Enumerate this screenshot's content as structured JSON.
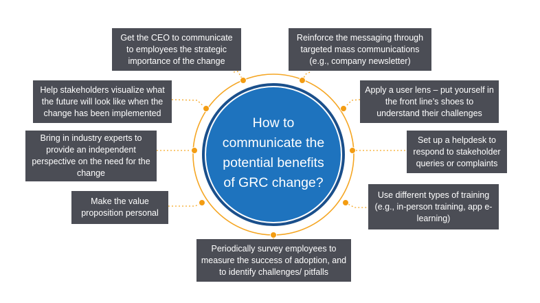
{
  "center": {
    "lines": [
      "How to",
      "communicate the",
      "potential benefits",
      "of GRC change?"
    ]
  },
  "boxes": [
    {
      "text": "Get the CEO to communicate to employees the strategic importance of the change"
    },
    {
      "text": "Reinforce the messaging through targeted mass communications (e.g., company newsletter)"
    },
    {
      "text": "Help stakeholders visualize what the future will look like when the change has been implemented"
    },
    {
      "text": "Apply a user lens – put yourself in the front line’s shoes to understand their challenges"
    },
    {
      "text": "Bring in industry experts to provide an independent perspective on the need for the change"
    },
    {
      "text": "Set up a helpdesk to respond to stakeholder queries or complaints"
    },
    {
      "text": "Make the value proposition personal"
    },
    {
      "text": "Use different types of training (e.g., in-person training, app e-learning)"
    },
    {
      "text": "Periodically survey employees to measure the success of adoption, and to identify challenges/ pitfalls"
    }
  ],
  "colors": {
    "box": "#4b4d55",
    "circle_outer": "#1a4f8b",
    "circle_inner": "#1e73be",
    "ring": "#f5a623",
    "dot": "#f39c12"
  }
}
